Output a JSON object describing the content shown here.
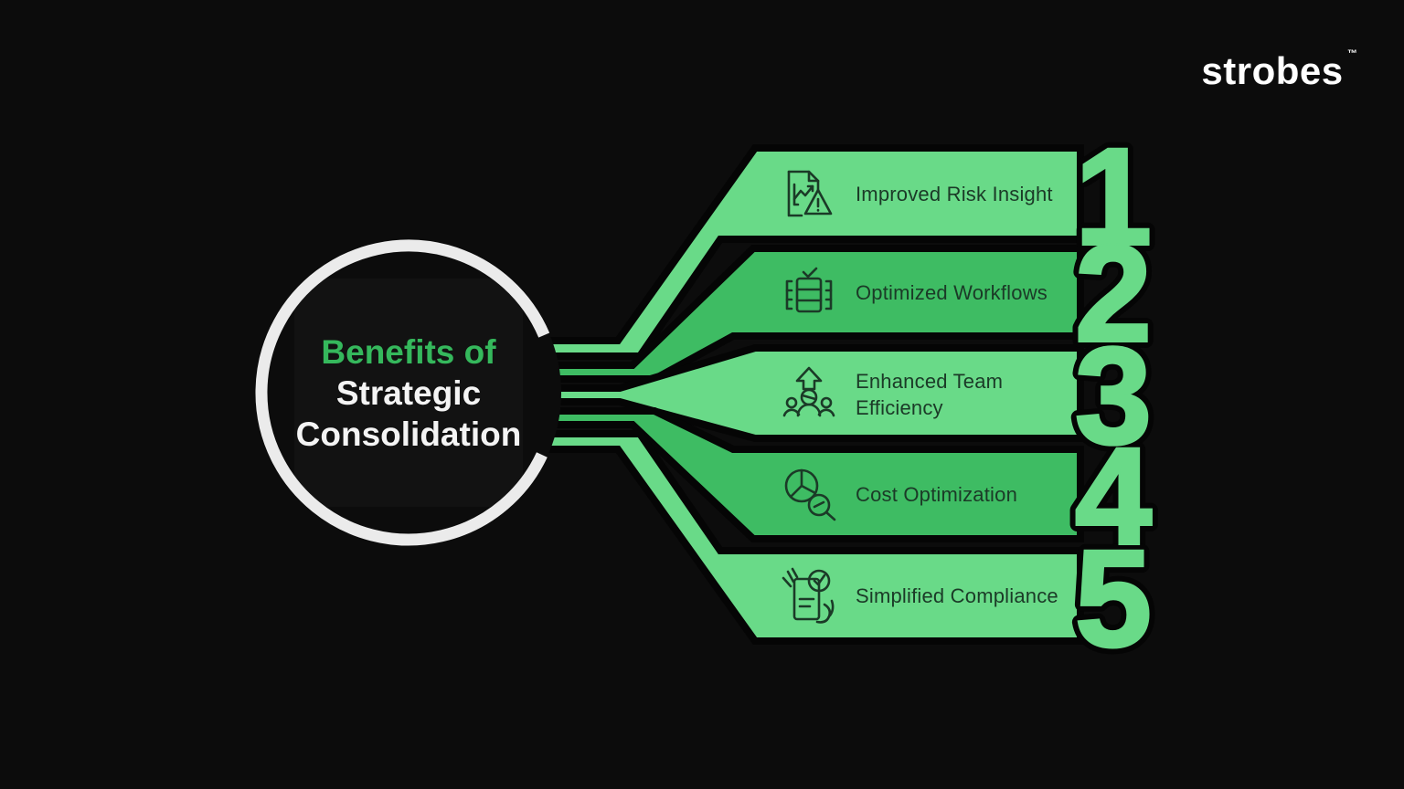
{
  "page": {
    "background": "#0C0C0C"
  },
  "logo": {
    "text": "strobes",
    "trademark": "™",
    "color": "#FFFFFF"
  },
  "hub": {
    "title_accent": "Benefits of",
    "title_line2": "Strategic",
    "title_line3": "Consolidation",
    "accent_color": "#35B85C",
    "text_color": "#F4F4F4",
    "ring_color": "#EBEBEB"
  },
  "colors": {
    "light_green": "#69DA88",
    "medium_green": "#3EBC63",
    "number_fill": "#69DA88",
    "banner_text": "#1B3A27",
    "outline": "#050505"
  },
  "items": [
    {
      "number": "1",
      "label": "Improved Risk Insight",
      "icon": "document-risk-chart-icon",
      "color": "#69DA88"
    },
    {
      "number": "2",
      "label": "Optimized Workflows",
      "icon": "checklist-table-icon",
      "color": "#3EBC63"
    },
    {
      "number": "3",
      "label": "Enhanced Team Efficiency",
      "line1": "Enhanced Team",
      "line2": "Efficiency",
      "icon": "team-growth-icon",
      "color": "#69DA88"
    },
    {
      "number": "4",
      "label": "Cost Optimization",
      "icon": "pie-chart-magnifier-icon",
      "color": "#3EBC63"
    },
    {
      "number": "5",
      "label": "Simplified Compliance",
      "icon": "compliance-checklist-icon",
      "color": "#69DA88"
    }
  ]
}
